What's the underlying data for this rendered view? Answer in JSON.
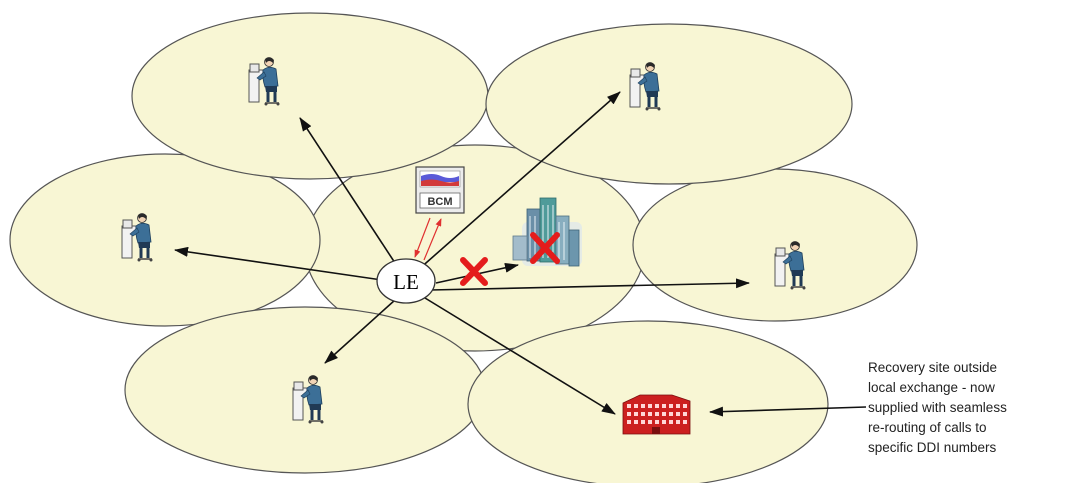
{
  "hub": {
    "label": "LE"
  },
  "bcm": {
    "label": "BCM"
  },
  "caption_lines": [
    "Recovery site outside",
    "local exchange - now",
    "supplied with seamless",
    "re-routing of calls to",
    "specific DDI numbers"
  ],
  "colors": {
    "zone_fill": "#f8f6d4",
    "zone_stroke": "#555555",
    "arrow": "#111111",
    "cross": "#e41c1c",
    "recovery_building": "#cc1f1f",
    "bcm_arrows": "#e03030"
  },
  "icons": [
    "user-workstation-icon",
    "office-building-icon",
    "recovery-building-icon",
    "bcm-logo-icon",
    "failure-cross-icon"
  ]
}
